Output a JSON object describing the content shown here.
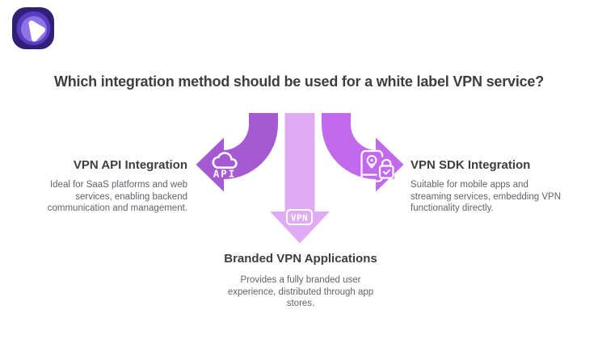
{
  "title": "Which integration method should be used for a white label VPN service?",
  "icons": {
    "logo": "purevpn-logo",
    "api_branch": "cloud-api-icon",
    "app_branch": "vpn-badge-icon",
    "sdk_branch": "phone-location-lock-icon"
  },
  "branches": {
    "api": {
      "heading": "VPN API Integration",
      "description": "Ideal for SaaS platforms and web services, enabling backend communication and management.",
      "badge_label": "API"
    },
    "app": {
      "heading": "Branded VPN Applications",
      "description": "Provides a fully branded user experience, distributed through app stores.",
      "badge_label": "VPN"
    },
    "sdk": {
      "heading": "VPN SDK Integration",
      "description": "Suitable for mobile apps and streaming services, embedding VPN functionality directly."
    }
  },
  "colors": {
    "left_arrow": "#a65ad1",
    "middle_arrow": "#e0abf5",
    "right_arrow": "#c369ee",
    "heading_text": "#3e3e3e",
    "body_text": "#5f6368",
    "icon_stroke": "#ffffff",
    "logo_dark": "#311f78",
    "logo_mid": "#5b3bc1",
    "logo_light": "#8f74e6"
  }
}
